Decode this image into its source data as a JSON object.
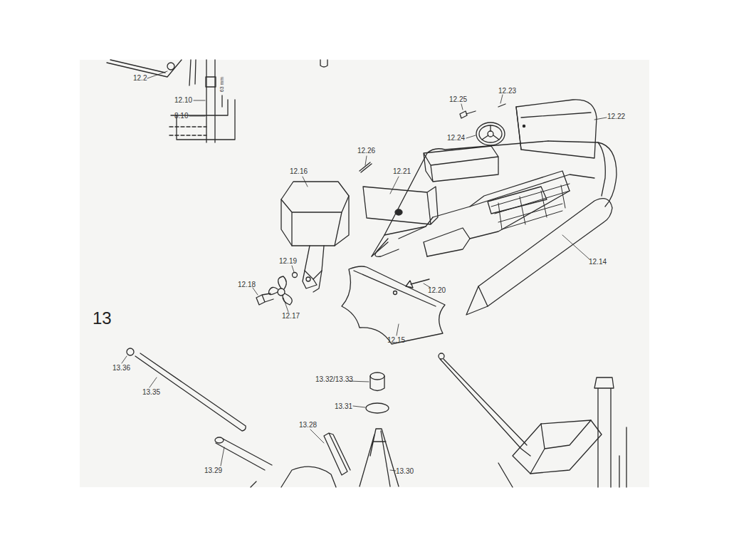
{
  "diagram": {
    "labels": [
      "12.2",
      "12.10",
      "63 mm",
      "8.10",
      "12.25",
      "12.23",
      "12.22",
      "12.24",
      "12.26",
      "12.16",
      "12.21",
      "12.14",
      "12.19",
      "12.18",
      "12.20",
      "12.17",
      "12.15",
      "13",
      "13.36",
      "13.35",
      "13.32/13.33",
      "13.31",
      "13.28",
      "13.29",
      "13.30"
    ]
  }
}
